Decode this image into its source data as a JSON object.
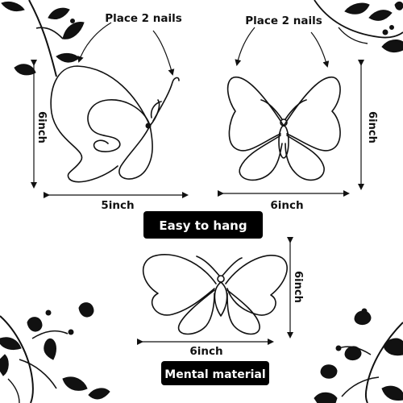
{
  "hanging": {
    "left_label": "Place 2 nails",
    "right_label": "Place 2 nails"
  },
  "dimensions": {
    "left_height": "6inch",
    "left_width": "5inch",
    "right_width": "6inch",
    "right_height": "6inch",
    "bottom_width": "6inch",
    "bottom_height": "6inch"
  },
  "badges": {
    "easy_to_hang": "Easy to hang",
    "material": "Mental material"
  },
  "colors": {
    "ink": "#111111",
    "badge_bg": "#000000",
    "badge_text": "#ffffff"
  },
  "icons": [
    "butterfly-wire-art",
    "vine-leaf-decoration",
    "flower-bud-decoration"
  ]
}
